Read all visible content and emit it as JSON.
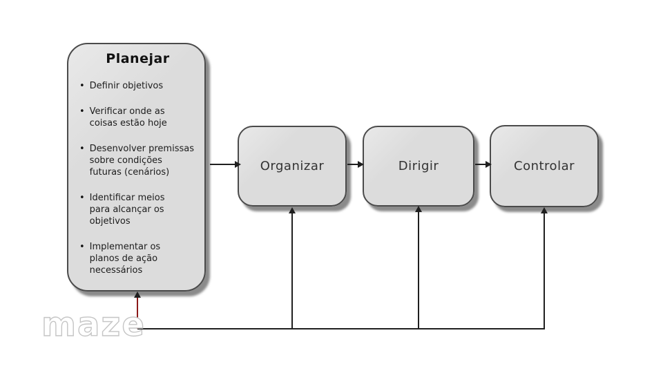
{
  "diagram": {
    "planejar": {
      "title": "Planejar",
      "bullets": [
        "Definir objetivos",
        "Verificar onde as\ncoisas estão hoje",
        "Desenvolver premissas\nsobre condições\nfuturas (cenários)",
        "Identificar meios\npara alcançar os\nobjetivos",
        "Implementar os\nplanos de ação\nnecessários"
      ]
    },
    "nodes": [
      {
        "id": "organizar",
        "label": "Organizar"
      },
      {
        "id": "dirigir",
        "label": "Dirigir"
      },
      {
        "id": "controlar",
        "label": "Controlar"
      }
    ],
    "edges": [
      {
        "from": "Planejar",
        "to": "Organizar"
      },
      {
        "from": "Organizar",
        "to": "Dirigir"
      },
      {
        "from": "Dirigir",
        "to": "Controlar"
      },
      {
        "from": "feedback-line",
        "to": "Planejar, Organizar, Dirigir, Controlar"
      }
    ]
  },
  "watermark": {
    "text": "maze"
  },
  "colors": {
    "box_fill": "#dcdcdc",
    "box_border": "#4a4a4a",
    "box_shadow": "#8a8a8a",
    "line": "#1f1f1f",
    "feedback_segment_red": "#8b1a1a",
    "background": "#ffffff"
  }
}
